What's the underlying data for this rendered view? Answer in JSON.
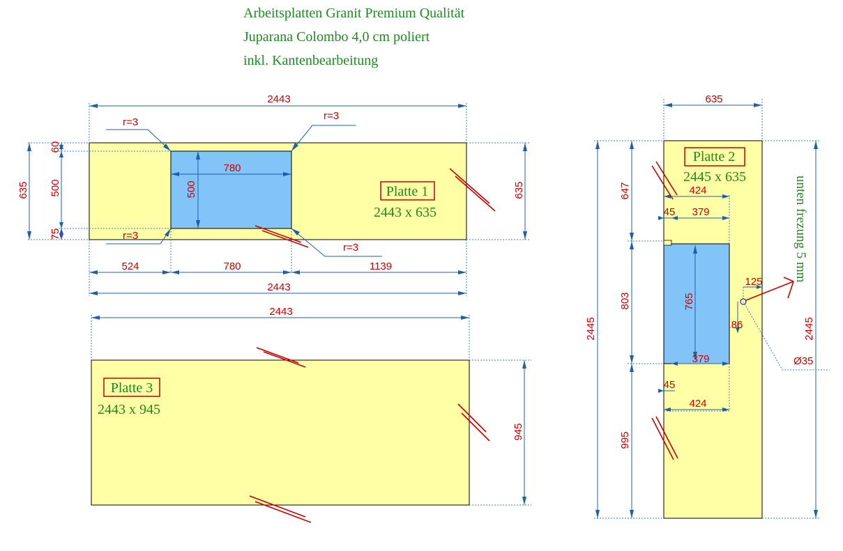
{
  "header": {
    "line1": "Arbeitsplatten Granit Premium Qualität",
    "line2": "Juparana Colombo 4,0 cm poliert",
    "line3": "inkl. Kantenbearbeitung"
  },
  "colors": {
    "slab_fill": "#ffffa6",
    "cutout_fill": "#82c4f8",
    "dimension_line": "#1f5fa8",
    "dimension_text": "#cc0000",
    "label_text": "#1f8a1f",
    "label_box": "#cc0000"
  },
  "platte1": {
    "name": "Platte 1",
    "size": "2443 x 635",
    "dim_top": "2443",
    "dim_left_total": "635",
    "dim_right_total": "635",
    "dim_left_60": "60",
    "dim_left_500": "500",
    "dim_left_75": "75",
    "cutout_width": "780",
    "cutout_height": "500",
    "dim_bottom_left": "524",
    "dim_bottom_mid": "780",
    "dim_bottom_right": "1139",
    "dim_bottom_total": "2443",
    "radius_tl": "r=3",
    "radius_tr": "r=3",
    "radius_bl": "r=3",
    "radius_br": "r=3"
  },
  "platte2": {
    "name": "Platte 2",
    "size": "2445 x 635",
    "dim_top": "635",
    "dim_left_total": "2445",
    "dim_right_total": "2445",
    "dim_647": "647",
    "dim_803": "803",
    "dim_995": "995",
    "dim_424_top": "424",
    "dim_45_top": "45",
    "dim_379_top": "379",
    "dim_765": "765",
    "dim_379_bottom": "379",
    "dim_45_bottom": "45",
    "dim_424_bottom": "424",
    "dim_125": "125",
    "dim_86": "86",
    "dim_diameter": "Ø35",
    "note": "unten frezung 5 mm"
  },
  "platte3": {
    "name": "Platte 3",
    "size": "2443 x 945",
    "dim_top": "2443",
    "dim_right": "945"
  }
}
